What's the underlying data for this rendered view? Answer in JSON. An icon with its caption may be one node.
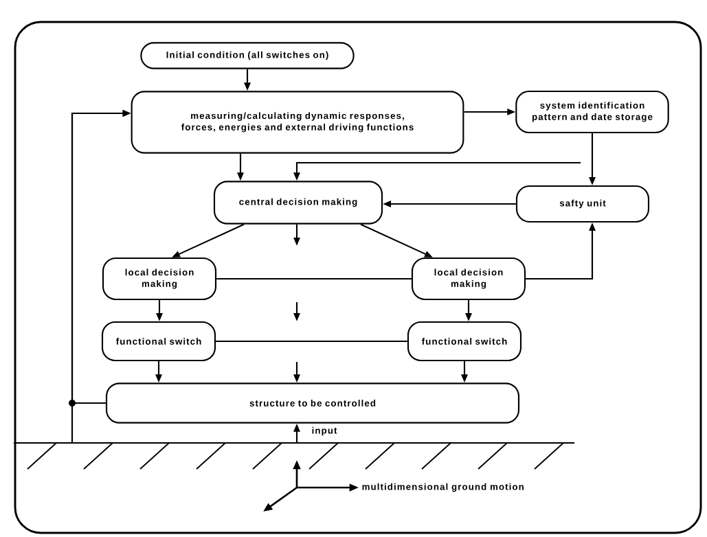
{
  "diagram": {
    "nodes": [
      {
        "text": [
          "Initial condition (all switches on)"
        ]
      },
      {
        "text": [
          "measuring/calculating dynamic responses, forces, energies and external driving functions"
        ]
      },
      {
        "text": [
          "system identification pattern and date storage"
        ]
      },
      {
        "text": [
          "central decision making"
        ]
      },
      {
        "text": [
          "safty unit"
        ]
      },
      {
        "text": [
          "local decision making"
        ]
      },
      {
        "text": [
          "local decision making"
        ]
      },
      {
        "text": [
          "functional switch"
        ]
      },
      {
        "text": [
          "functional switch"
        ]
      },
      {
        "text": [
          "structure to be controlled"
        ]
      },
      {
        "text": [],
        "shape": "ground"
      }
    ],
    "edges": [
      {
        "from": 0,
        "to": 1,
        "arrow": "to"
      },
      {
        "from": 1,
        "to": 2,
        "arrow": "to"
      },
      {
        "from": 2,
        "to": 4,
        "arrow": "to"
      },
      {
        "from": 1,
        "to": 3,
        "arrow": "to"
      },
      {
        "from": null,
        "to": 3,
        "arrow": "to"
      },
      {
        "from": 4,
        "to": 3,
        "arrow": "to"
      },
      {
        "from": 3,
        "to": 5,
        "arrow": "to"
      },
      {
        "from": 3,
        "to": 6,
        "arrow": "to"
      },
      {
        "from": 5,
        "to": 6,
        "arrow": "none"
      },
      {
        "from": 6,
        "to": 4,
        "arrow": "to"
      },
      {
        "from": 5,
        "to": 7,
        "arrow": "to"
      },
      {
        "from": 6,
        "to": 8,
        "arrow": "to"
      },
      {
        "from": 7,
        "to": 8,
        "arrow": "none"
      },
      {
        "from": 7,
        "to": 9,
        "arrow": "to"
      },
      {
        "from": 8,
        "to": 9,
        "arrow": "to"
      },
      {
        "from": null,
        "to": 9,
        "arrow": "to"
      },
      {
        "from": 9,
        "to": 1,
        "arrow": "to"
      },
      {
        "from": 10,
        "to": 9,
        "arrow": "to",
        "label": "input"
      },
      {
        "from": 3,
        "to": null,
        "arrow": "to"
      },
      {
        "from": 10,
        "to": 1,
        "arrow": "to"
      }
    ],
    "labels": [
      "multidimensional ground motion"
    ]
  }
}
